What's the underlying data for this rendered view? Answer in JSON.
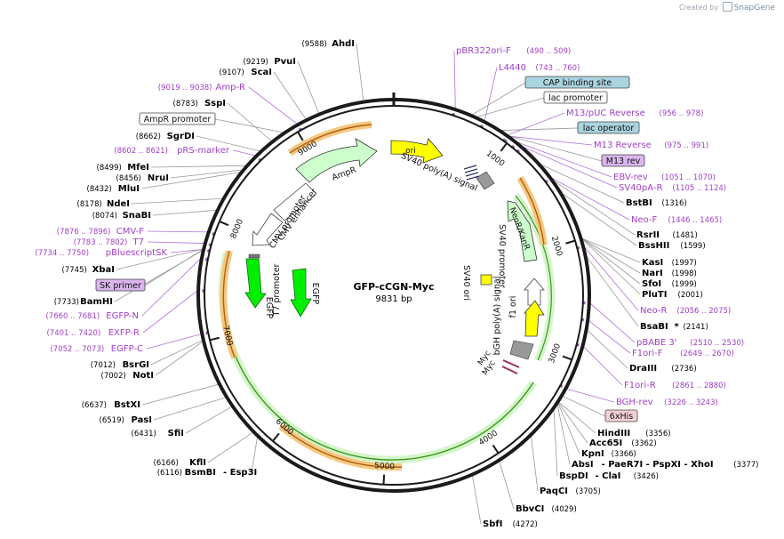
{
  "app": {
    "brand_prefix": "Created by",
    "brand_name": "SnapGene"
  },
  "plasmid": {
    "name": "GFP-cCGN-Myc",
    "size_label": "9831 bp",
    "length": 9831
  },
  "colors": {
    "backbone": "#1a1a1a",
    "enzyme_text": "#000000",
    "primer": "#9932cc",
    "primer_text": "#a040c8",
    "promoter_green": "#00ee00",
    "amp_green": "#ccffcc",
    "ori_yellow": "#ffff00",
    "orf_light_green": "#d5f5cc",
    "cds_orange": "#f0a030",
    "feature_box_blue": "#aad4e0",
    "feature_box_violet": "#dab5ee",
    "feature_box_pink": "#f3d0d8",
    "white": "#ffffff"
  },
  "ticks": [
    "1000",
    "2000",
    "3000",
    "4000",
    "5000",
    "6000",
    "7000",
    "8000",
    "9000"
  ],
  "enzymes_left": [
    {
      "pos": "(9588)",
      "name": "AhdI"
    },
    {
      "pos": "(9219)",
      "name": "PvuI"
    },
    {
      "pos": "(9107)",
      "name": "ScaI"
    },
    {
      "pos": "(8783)",
      "name": "SspI"
    },
    {
      "pos": "(8662)",
      "name": "SgrDI"
    },
    {
      "pos": "(8499)",
      "name": "MfeI"
    },
    {
      "pos": "(8456)",
      "name": "NruI"
    },
    {
      "pos": "(8432)",
      "name": "MluI"
    },
    {
      "pos": "(8178)",
      "name": "NdeI"
    },
    {
      "pos": "(8074)",
      "name": "SnaBI"
    },
    {
      "pos": "(7745)",
      "name": "XbaI"
    },
    {
      "pos": "(7733)",
      "name": "BamHI"
    },
    {
      "pos": "(7012)",
      "name": "BsrGI"
    },
    {
      "pos": "(7002)",
      "name": "NotI"
    },
    {
      "pos": "(6637)",
      "name": "BstXI"
    },
    {
      "pos": "(6519)",
      "name": "PasI"
    },
    {
      "pos": "(6431)",
      "name": "SfiI"
    },
    {
      "pos": "(6166)",
      "name": "KflI"
    },
    {
      "pos": "(6116)",
      "name": "BsmBI",
      "extra": "- Esp3I"
    }
  ],
  "enzymes_right": [
    {
      "name": "BstBI",
      "pos": "(1316)"
    },
    {
      "name": "RsrII",
      "pos": "(1481)"
    },
    {
      "name": "BssHII",
      "pos": "(1599)"
    },
    {
      "name": "KasI",
      "pos": "(1997)"
    },
    {
      "name": "NarI",
      "pos": "(1998)"
    },
    {
      "name": "SfoI",
      "pos": "(1999)"
    },
    {
      "name": "PluTI",
      "pos": "(2001)"
    },
    {
      "name": "BsaBI",
      "star": "*",
      "pos": "(2141)"
    },
    {
      "name": "DraIII",
      "pos": "(2736)"
    },
    {
      "name": "HindIII",
      "pos": "(3356)"
    },
    {
      "name": "Acc65I",
      "pos": "(3362)"
    },
    {
      "name": "KpnI",
      "pos": "(3366)"
    },
    {
      "name": "AbsI",
      "extra": "- PaeR7I - PspXI - XhoI",
      "pos": "(3377)"
    },
    {
      "name": "BspDI",
      "extra": "- ClaI",
      "pos": "(3426)"
    },
    {
      "name": "PaqCI",
      "pos": "(3705)"
    },
    {
      "name": "BbvCI",
      "pos": "(4029)"
    },
    {
      "name": "SbfI",
      "pos": "(4272)"
    }
  ],
  "primers_left": [
    {
      "range": "(9019 .. 9038)",
      "name": "Amp-R"
    },
    {
      "range": "(8602 .. 8621)",
      "name": "pRS-marker"
    },
    {
      "range": "(7876 .. 7896)",
      "name": "CMV-F"
    },
    {
      "range": "(7783 .. 7802)",
      "name": "T7"
    },
    {
      "range": "(7734 .. 7750)",
      "name": "pBluescriptSK"
    },
    {
      "range": "(7660 .. 7681)",
      "name": "EGFP-N"
    },
    {
      "range": "(7401 .. 7420)",
      "name": "EXFP-R"
    },
    {
      "range": "(7052 .. 7073)",
      "name": "EGFP-C"
    }
  ],
  "primers_right": [
    {
      "name": "pBR322ori-F",
      "range": "(490 .. 509)"
    },
    {
      "name": "L4440",
      "range": "(743 .. 760)"
    },
    {
      "name": "M13/pUC Reverse",
      "range": "(956 .. 978)"
    },
    {
      "name": "M13 Reverse",
      "range": "(975 .. 991)"
    },
    {
      "name": "EBV-rev",
      "range": "(1051 .. 1070)"
    },
    {
      "name": "SV40pA-R",
      "range": "(1105 .. 1124)"
    },
    {
      "name": "Neo-F",
      "range": "(1446 .. 1465)"
    },
    {
      "name": "Neo-R",
      "range": "(2056 .. 2075)"
    },
    {
      "name": "pBABE 3'",
      "range": "(2510 .. 2530)"
    },
    {
      "name": "F1ori-F",
      "range": "(2649 .. 2670)"
    },
    {
      "name": "F1ori-R",
      "range": "(2861 .. 2880)"
    },
    {
      "name": "BGH-rev",
      "range": "(3226 .. 3243)"
    }
  ],
  "feature_boxes": [
    {
      "label": "CAP binding site",
      "style": "blue"
    },
    {
      "label": "lac promoter",
      "style": "white"
    },
    {
      "label": "lac operator",
      "style": "blue"
    },
    {
      "label": "M13 rev",
      "style": "violet"
    },
    {
      "label": "AmpR promoter",
      "style": "white"
    },
    {
      "label": "SK primer",
      "style": "violet"
    },
    {
      "label": "6xHis",
      "style": "pink"
    }
  ],
  "inner_features": {
    "ori": "ori",
    "sv40_polya": "SV40 poly(A) signal",
    "ampr": "AmpR",
    "cmv_enhancer": "CMV enhancer",
    "cmv_promoter": "CMV promoter",
    "neor": "NeoR/KanR",
    "sv40_promoter": "SV40 promoter",
    "sv40_ori": "SV40 ori",
    "bgh_polya": "bGH poly(A) signal",
    "f1_ori": "f1 ori",
    "myc_1": "Myc",
    "myc_2": "Myc",
    "t7_promoter": "T7 promoter",
    "egfp_1": "EGFP",
    "egfp_2": "EGFP"
  }
}
